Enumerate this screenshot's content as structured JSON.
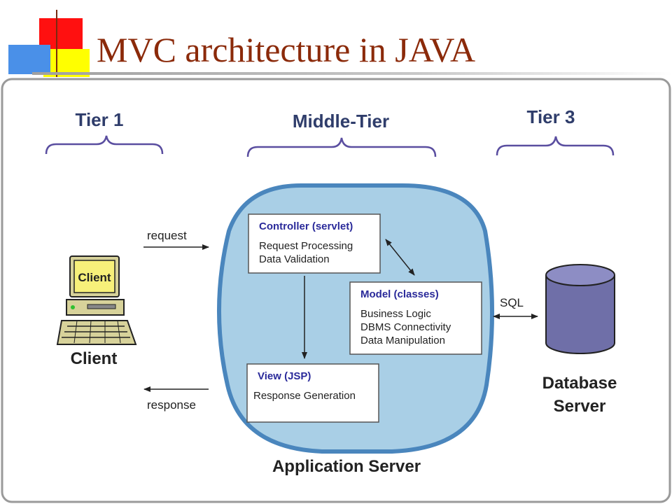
{
  "title": "MVC architecture in JAVA",
  "tiers": {
    "tier1": "Tier 1",
    "middle": "Middle-Tier",
    "tier3": "Tier 3"
  },
  "flows": {
    "request": "request",
    "response": "response",
    "sql": "SQL"
  },
  "client": {
    "screen_label": "Client",
    "label": "Client"
  },
  "controller": {
    "title": "Controller (servlet)",
    "lines": [
      "Request Processing",
      "Data Validation"
    ]
  },
  "model": {
    "title": "Model (classes)",
    "lines": [
      "Business Logic",
      "DBMS Connectivity",
      "Data Manipulation"
    ]
  },
  "view": {
    "title": "View (JSP)",
    "lines": [
      "Response Generation"
    ]
  },
  "app_server": "Application Server",
  "database": {
    "label_line1": "Database",
    "label_line2": "Server"
  },
  "colors": {
    "title": "#8b2a0a",
    "tier_label": "#2f3d6b",
    "bracket": "#5a4ea0",
    "blob_fill": "#a9cfe6",
    "blob_stroke": "#4a86bd",
    "box_title": "#2a2a9a",
    "db_body": "#6f6fa8",
    "db_top": "#8d8dc4"
  }
}
